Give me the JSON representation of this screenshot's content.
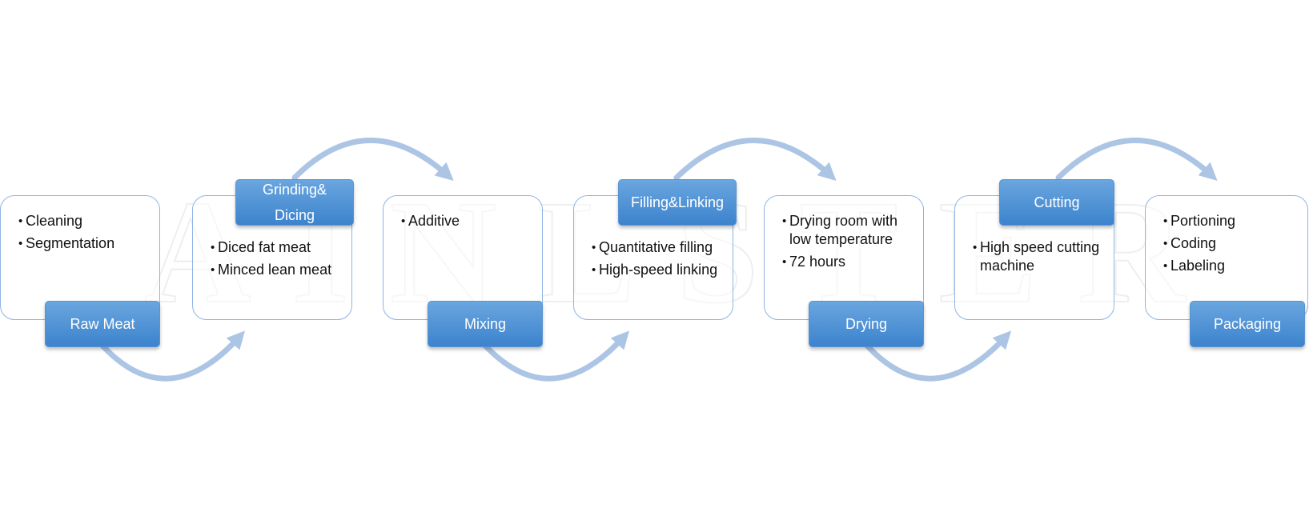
{
  "watermark": {
    "letters": [
      "A",
      "I",
      "N",
      "L",
      "S",
      "T",
      "E",
      "R"
    ]
  },
  "colors": {
    "box_border": "#8fb4e3",
    "tag_fill": "#4a8fd4",
    "arrow": "#a8c2e3",
    "watermark": "#eeeeee"
  },
  "steps": [
    {
      "label": "Raw Meat",
      "bullets": [
        "Cleaning",
        "Segmentation"
      ]
    },
    {
      "label": "Grinding& Dicing",
      "bullets": [
        "Diced fat meat",
        "Minced lean meat"
      ]
    },
    {
      "label": "Mixing",
      "bullets": [
        "Additive"
      ]
    },
    {
      "label": "Filling&Linking",
      "bullets": [
        "Quantitative filling",
        "High-speed linking"
      ]
    },
    {
      "label": "Drying",
      "bullets": [
        "Drying room with low temperature",
        "72 hours"
      ]
    },
    {
      "label": "Cutting",
      "bullets": [
        "High speed cutting machine"
      ]
    },
    {
      "label": "Packaging",
      "bullets": [
        "Portioning",
        "Coding",
        "Labeling"
      ]
    }
  ]
}
